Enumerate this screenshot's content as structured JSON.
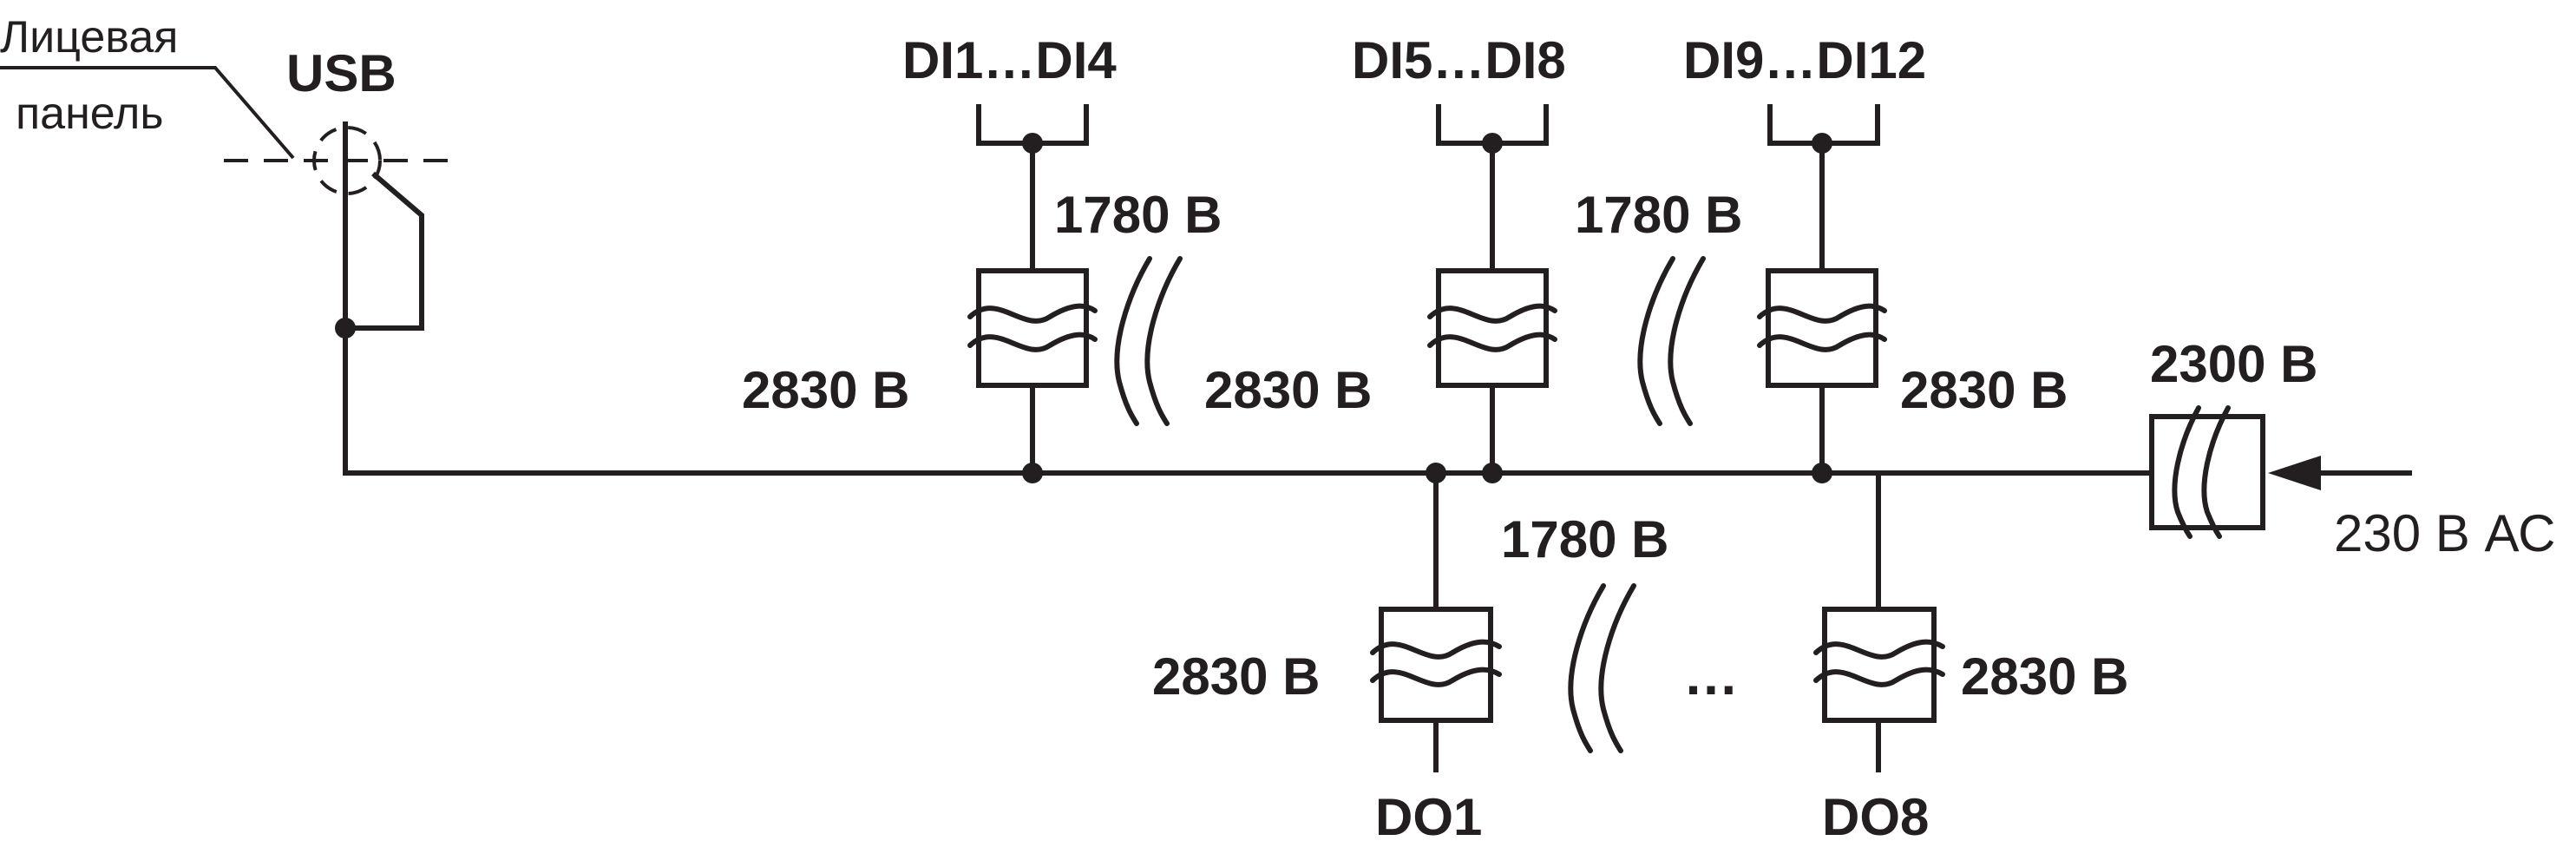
{
  "labels": {
    "front_panel_line1": "Лицевая",
    "front_panel_line2": "панель",
    "usb": "USB",
    "di_group_1": "DI1…DI4",
    "di_group_2": "DI5…DI8",
    "di_group_3": "DI9…DI12",
    "do_first": "DO1",
    "do_last": "DO8",
    "ellipsis": "…",
    "power_input": "230 В АС"
  },
  "voltages": {
    "between_di_1_2": "1780 В",
    "between_di_2_3": "1780 В",
    "between_do": "1780 В",
    "di1_isolation": "2830 В",
    "di2_isolation": "2830 В",
    "di3_isolation": "2830 В",
    "do1_isolation": "2830 В",
    "do8_isolation": "2830 В",
    "power_isolation": "2300 В"
  }
}
